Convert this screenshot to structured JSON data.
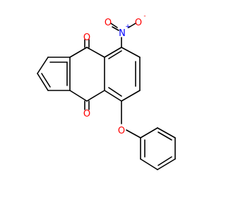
{
  "molecule": {
    "atoms": {
      "carbonyl_top": "O",
      "carbonyl_bottom": "O",
      "nitro_n": "N",
      "nitro_n_charge": "+",
      "nitro_o_left": "O",
      "nitro_o_right": "O",
      "nitro_o_right_charge": "-",
      "ether_o": "O"
    },
    "colors": {
      "bond": "#000000",
      "oxygen": "#ff0000",
      "nitrogen": "#0000ff"
    }
  }
}
